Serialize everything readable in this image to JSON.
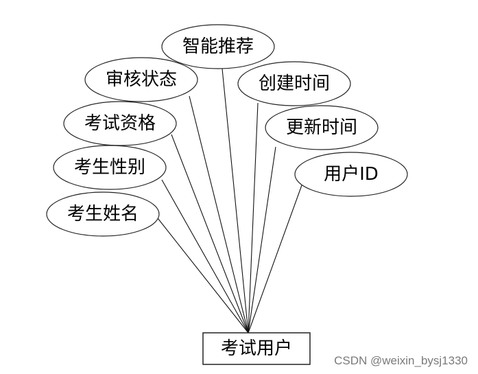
{
  "entity": {
    "label": "考试用户"
  },
  "attributes": [
    {
      "id": "smart-recommend",
      "label": "智能推荐"
    },
    {
      "id": "review-status",
      "label": "审核状态"
    },
    {
      "id": "create-time",
      "label": "创建时间"
    },
    {
      "id": "exam-qualification",
      "label": "考试资格"
    },
    {
      "id": "update-time",
      "label": "更新时间"
    },
    {
      "id": "examinee-gender",
      "label": "考生性别"
    },
    {
      "id": "user-id",
      "label": "用户ID"
    },
    {
      "id": "examinee-name",
      "label": "考生姓名"
    }
  ],
  "watermark": "CSDN @weixin_bysj1330"
}
